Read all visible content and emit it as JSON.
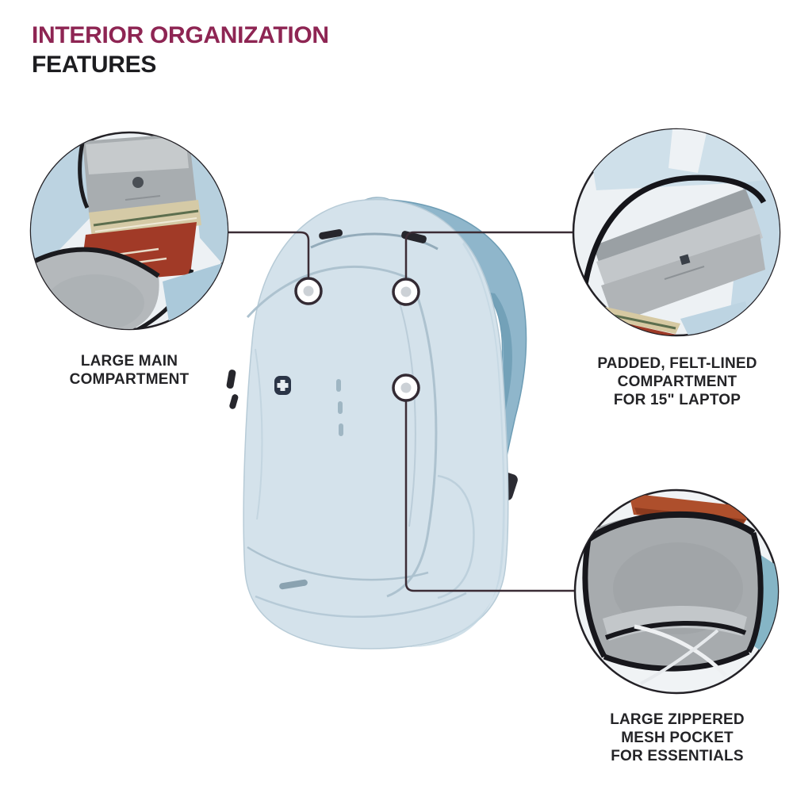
{
  "header": {
    "title_accent": "INTERIOR ORGANIZATION",
    "title_black": "FEATURES"
  },
  "callouts": [
    {
      "id": "main-compartment",
      "label_lines": [
        "LARGE MAIN",
        "COMPARTMENT"
      ]
    },
    {
      "id": "laptop-compartment",
      "label_lines": [
        "PADDED, FELT-LINED",
        "COMPARTMENT",
        "FOR 15\" LAPTOP"
      ]
    },
    {
      "id": "mesh-pocket",
      "label_lines": [
        "LARGE ZIPPERED",
        "MESH POCKET",
        "FOR ESSENTIALS"
      ]
    }
  ],
  "icons": {
    "logo": "swiss-cross-logo",
    "marker": "callout-point-marker",
    "zipper": "zipper-pull-icon"
  },
  "colors": {
    "title_accent": "#8E2553",
    "text": "#242427",
    "connector_line": "#3B2C35",
    "circle_outline": "#232126",
    "backpack_body": "#D4E2EB",
    "backpack_strap": "#8FB6CB",
    "felt_gray": "#B0B4B7",
    "book_red": "#A23C2A",
    "book_tan": "#D5CAA6",
    "mesh_gray": "#A7ABAE",
    "orange_item": "#AE4F2C",
    "trim_black": "#17171C",
    "logo_navy": "#2B3547"
  }
}
